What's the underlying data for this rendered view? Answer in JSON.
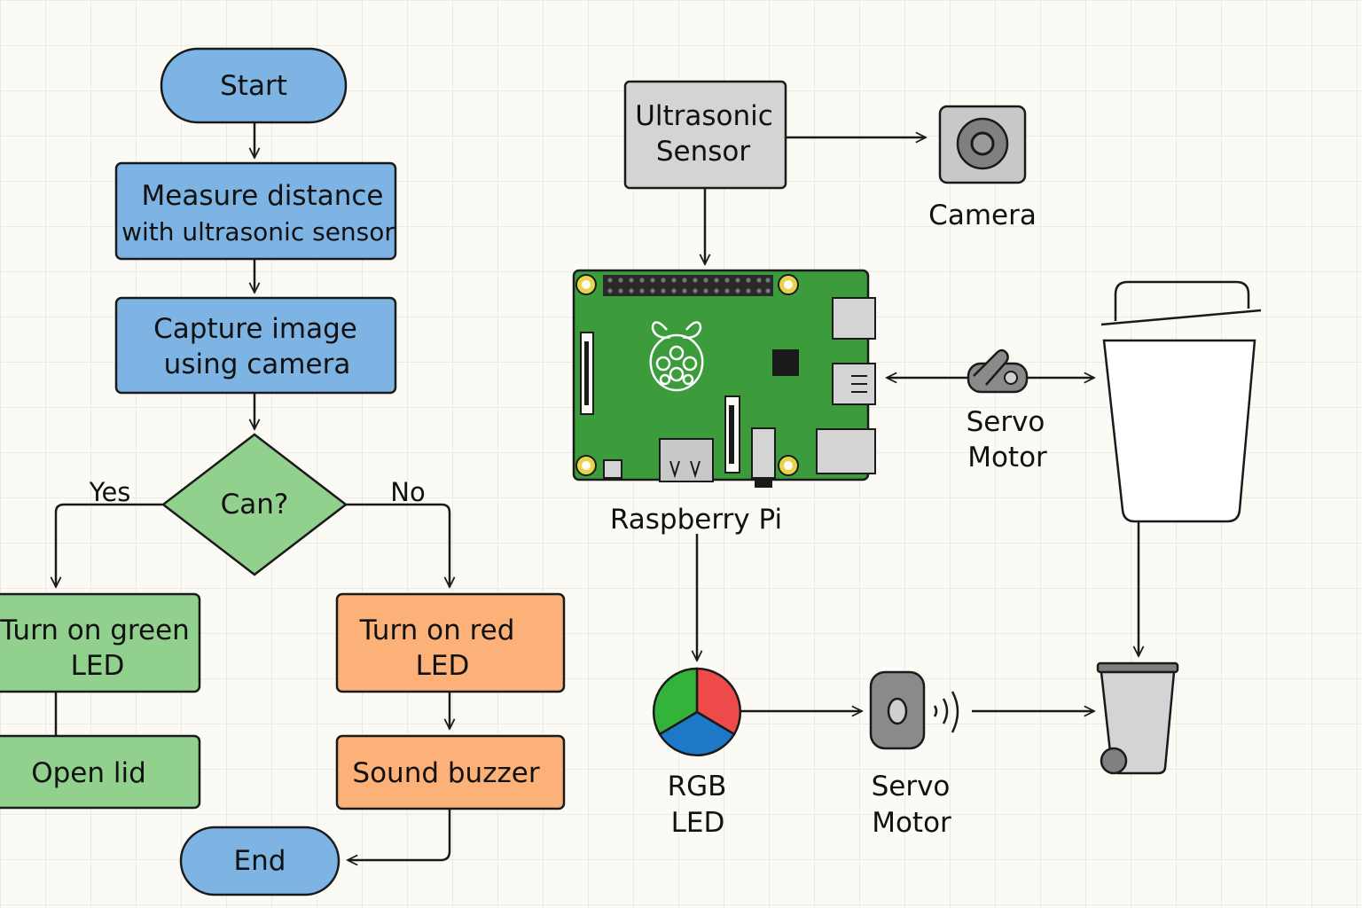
{
  "flowchart": {
    "start": "Start",
    "measure": [
      "Measure distance",
      "with ultrasonic sensor"
    ],
    "capture": [
      "Capture image",
      "using camera"
    ],
    "decision": "Can?",
    "yes": "Yes",
    "no": "No",
    "green_led": [
      "Turn on green",
      "LED"
    ],
    "red_led": [
      "Turn on red",
      "LED"
    ],
    "open_lid": "Open lid",
    "buzzer": "Sound buzzer",
    "end": "End"
  },
  "hardware": {
    "ultrasonic": [
      "Ultrasonic",
      "Sensor"
    ],
    "camera": "Camera",
    "raspberry_pi": "Raspberry Pi",
    "servo_top": [
      "Servo",
      "Motor"
    ],
    "rgb_led": [
      "RGB",
      "LED"
    ],
    "servo_bottom": [
      "Servo",
      "Motor"
    ]
  },
  "colors": {
    "blue": "#7db4e3",
    "green": "#92d08e",
    "orange": "#fbb177",
    "gray": "#d4d4d4",
    "board": "#3c9c3c",
    "rgb_red": "#ef4a4a",
    "rgb_green": "#33b33a",
    "rgb_blue": "#1e78c8"
  }
}
